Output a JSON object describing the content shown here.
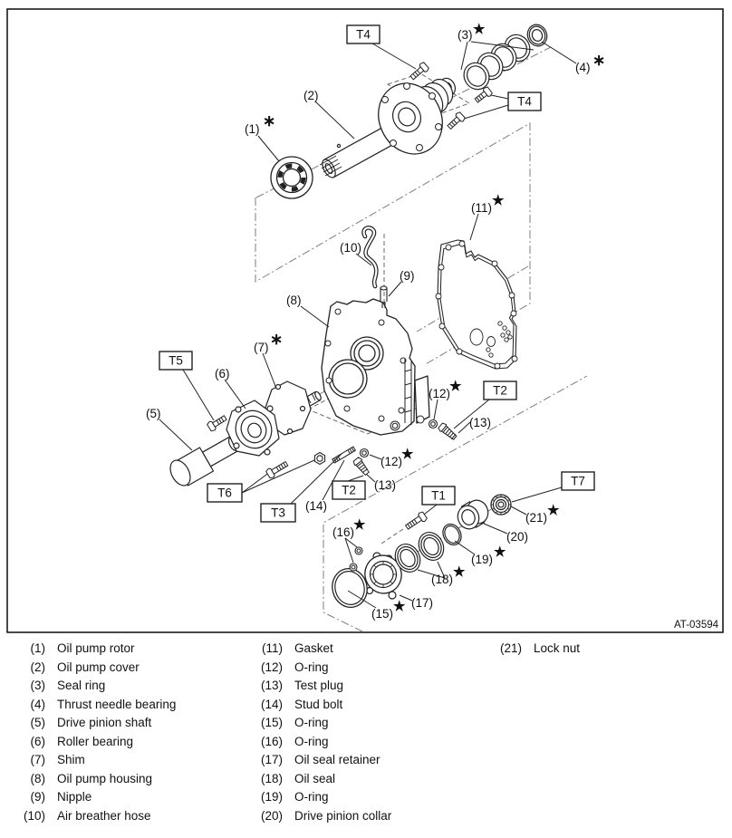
{
  "symbols": {
    "star": "★",
    "asterisk": "∗"
  },
  "figure": {
    "code": "AT-03594"
  },
  "diagram": {
    "tool_boxes": [
      {
        "id": "t4a",
        "label": "T4"
      },
      {
        "id": "t4b",
        "label": "T4"
      },
      {
        "id": "t5",
        "label": "T5"
      },
      {
        "id": "t6",
        "label": "T6"
      },
      {
        "id": "t3",
        "label": "T3"
      },
      {
        "id": "t2a",
        "label": "T2"
      },
      {
        "id": "t2b",
        "label": "T2"
      },
      {
        "id": "t1",
        "label": "T1"
      },
      {
        "id": "t7",
        "label": "T7"
      }
    ],
    "part_labels": [
      {
        "id": "p1",
        "text": "(1)",
        "marker": "asterisk"
      },
      {
        "id": "p2",
        "text": "(2)",
        "marker": ""
      },
      {
        "id": "p3",
        "text": "(3)",
        "marker": "star"
      },
      {
        "id": "p4",
        "text": "(4)",
        "marker": "asterisk"
      },
      {
        "id": "p5",
        "text": "(5)",
        "marker": ""
      },
      {
        "id": "p6",
        "text": "(6)",
        "marker": ""
      },
      {
        "id": "p7",
        "text": "(7)",
        "marker": "asterisk"
      },
      {
        "id": "p8",
        "text": "(8)",
        "marker": ""
      },
      {
        "id": "p9",
        "text": "(9)",
        "marker": ""
      },
      {
        "id": "p10",
        "text": "(10)",
        "marker": ""
      },
      {
        "id": "p11",
        "text": "(11)",
        "marker": "star"
      },
      {
        "id": "p12a",
        "text": "(12)",
        "marker": "star"
      },
      {
        "id": "p13a",
        "text": "(13)",
        "marker": ""
      },
      {
        "id": "p12b",
        "text": "(12)",
        "marker": "star"
      },
      {
        "id": "p13b",
        "text": "(13)",
        "marker": ""
      },
      {
        "id": "p14",
        "text": "(14)",
        "marker": ""
      },
      {
        "id": "p15",
        "text": "(15)",
        "marker": "star"
      },
      {
        "id": "p16",
        "text": "(16)",
        "marker": "star"
      },
      {
        "id": "p17",
        "text": "(17)",
        "marker": ""
      },
      {
        "id": "p18",
        "text": "(18)",
        "marker": "star"
      },
      {
        "id": "p19",
        "text": "(19)",
        "marker": "star"
      },
      {
        "id": "p20",
        "text": "(20)",
        "marker": ""
      },
      {
        "id": "p21",
        "text": "(21)",
        "marker": "star"
      }
    ]
  },
  "legend": {
    "columns": [
      [
        {
          "num": "(1)",
          "label": "Oil pump rotor"
        },
        {
          "num": "(2)",
          "label": "Oil pump cover"
        },
        {
          "num": "(3)",
          "label": "Seal ring"
        },
        {
          "num": "(4)",
          "label": "Thrust needle bearing"
        },
        {
          "num": "(5)",
          "label": "Drive pinion shaft"
        },
        {
          "num": "(6)",
          "label": "Roller bearing"
        },
        {
          "num": "(7)",
          "label": "Shim"
        },
        {
          "num": "(8)",
          "label": "Oil pump housing"
        },
        {
          "num": "(9)",
          "label": "Nipple"
        },
        {
          "num": "(10)",
          "label": "Air breather hose"
        }
      ],
      [
        {
          "num": "(11)",
          "label": "Gasket"
        },
        {
          "num": "(12)",
          "label": "O-ring"
        },
        {
          "num": "(13)",
          "label": "Test plug"
        },
        {
          "num": "(14)",
          "label": "Stud bolt"
        },
        {
          "num": "(15)",
          "label": "O-ring"
        },
        {
          "num": "(16)",
          "label": "O-ring"
        },
        {
          "num": "(17)",
          "label": "Oil seal retainer"
        },
        {
          "num": "(18)",
          "label": "Oil seal"
        },
        {
          "num": "(19)",
          "label": "O-ring"
        },
        {
          "num": "(20)",
          "label": "Drive pinion collar"
        }
      ],
      [
        {
          "num": "(21)",
          "label": "Lock nut"
        }
      ]
    ]
  }
}
